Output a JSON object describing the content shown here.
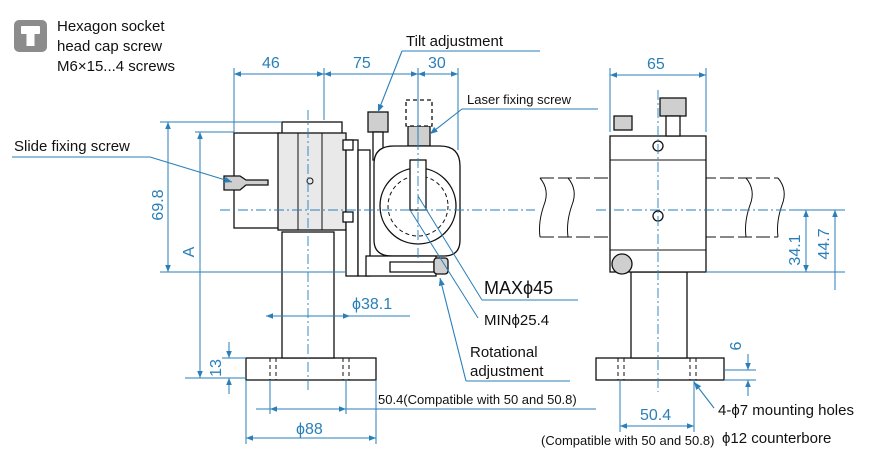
{
  "legend": {
    "icon": "hex-socket-screw-icon",
    "line1": "Hexagon socket",
    "line2": "head cap screw",
    "line3": "M6×15...4 screws"
  },
  "callouts": {
    "tilt": "Tilt adjustment",
    "laser": "Laser fixing screw",
    "slide": "Slide fixing screw",
    "rotational1": "Rotational",
    "rotational2": "adjustment",
    "mounting": "4-ϕ7 mounting holes",
    "counterbore": "ϕ12 counterbore"
  },
  "dimensions": {
    "w46": "46",
    "w75": "75",
    "w30": "30",
    "w65": "65",
    "h69_8": "69.8",
    "hA": "A",
    "h13": "13",
    "h6": "6",
    "h34_1": "34.1",
    "h44_7": "44.7",
    "max": "MAXϕ45",
    "min": "MINϕ25.4",
    "d38_1": "ϕ38.1",
    "d88": "ϕ88",
    "w50_4": "50.4",
    "compat_side": "50.4(Compatible with 50 and 50.8)",
    "w50_4_right": "50.4",
    "compat_right": "(Compatible with 50 and 50.8)"
  },
  "colors": {
    "dimension": "#2a7fb8",
    "outline": "#111111",
    "icon_bg": "#8c8c8c"
  }
}
